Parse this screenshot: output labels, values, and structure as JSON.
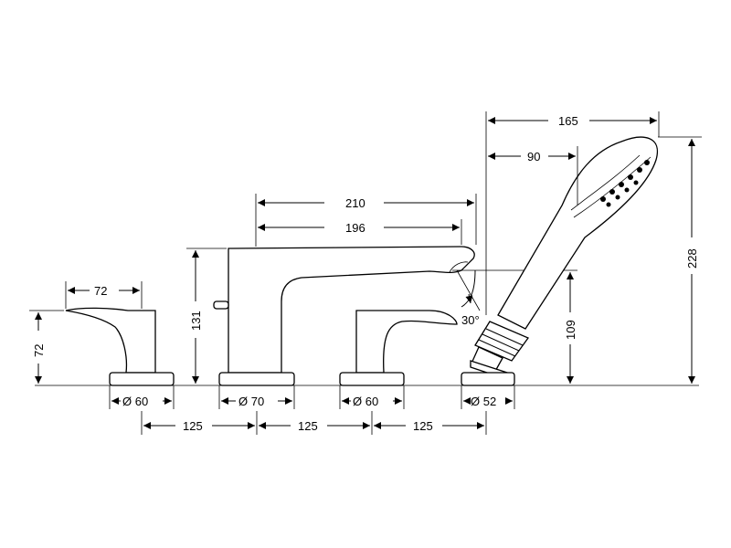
{
  "dimensions": {
    "width_165": "165",
    "width_90": "90",
    "width_210": "210",
    "width_196": "196",
    "height_228": "228",
    "height_131": "131",
    "height_109": "109",
    "angle_30": "30°",
    "handle_left_72w": "72",
    "handle_left_72h": "72",
    "diam_60_left": "Ø 60",
    "diam_70": "Ø 70",
    "diam_60_right": "Ø 60",
    "diam_52": "Ø 52",
    "spacing_1": "125",
    "spacing_2": "125",
    "spacing_3": "125"
  }
}
